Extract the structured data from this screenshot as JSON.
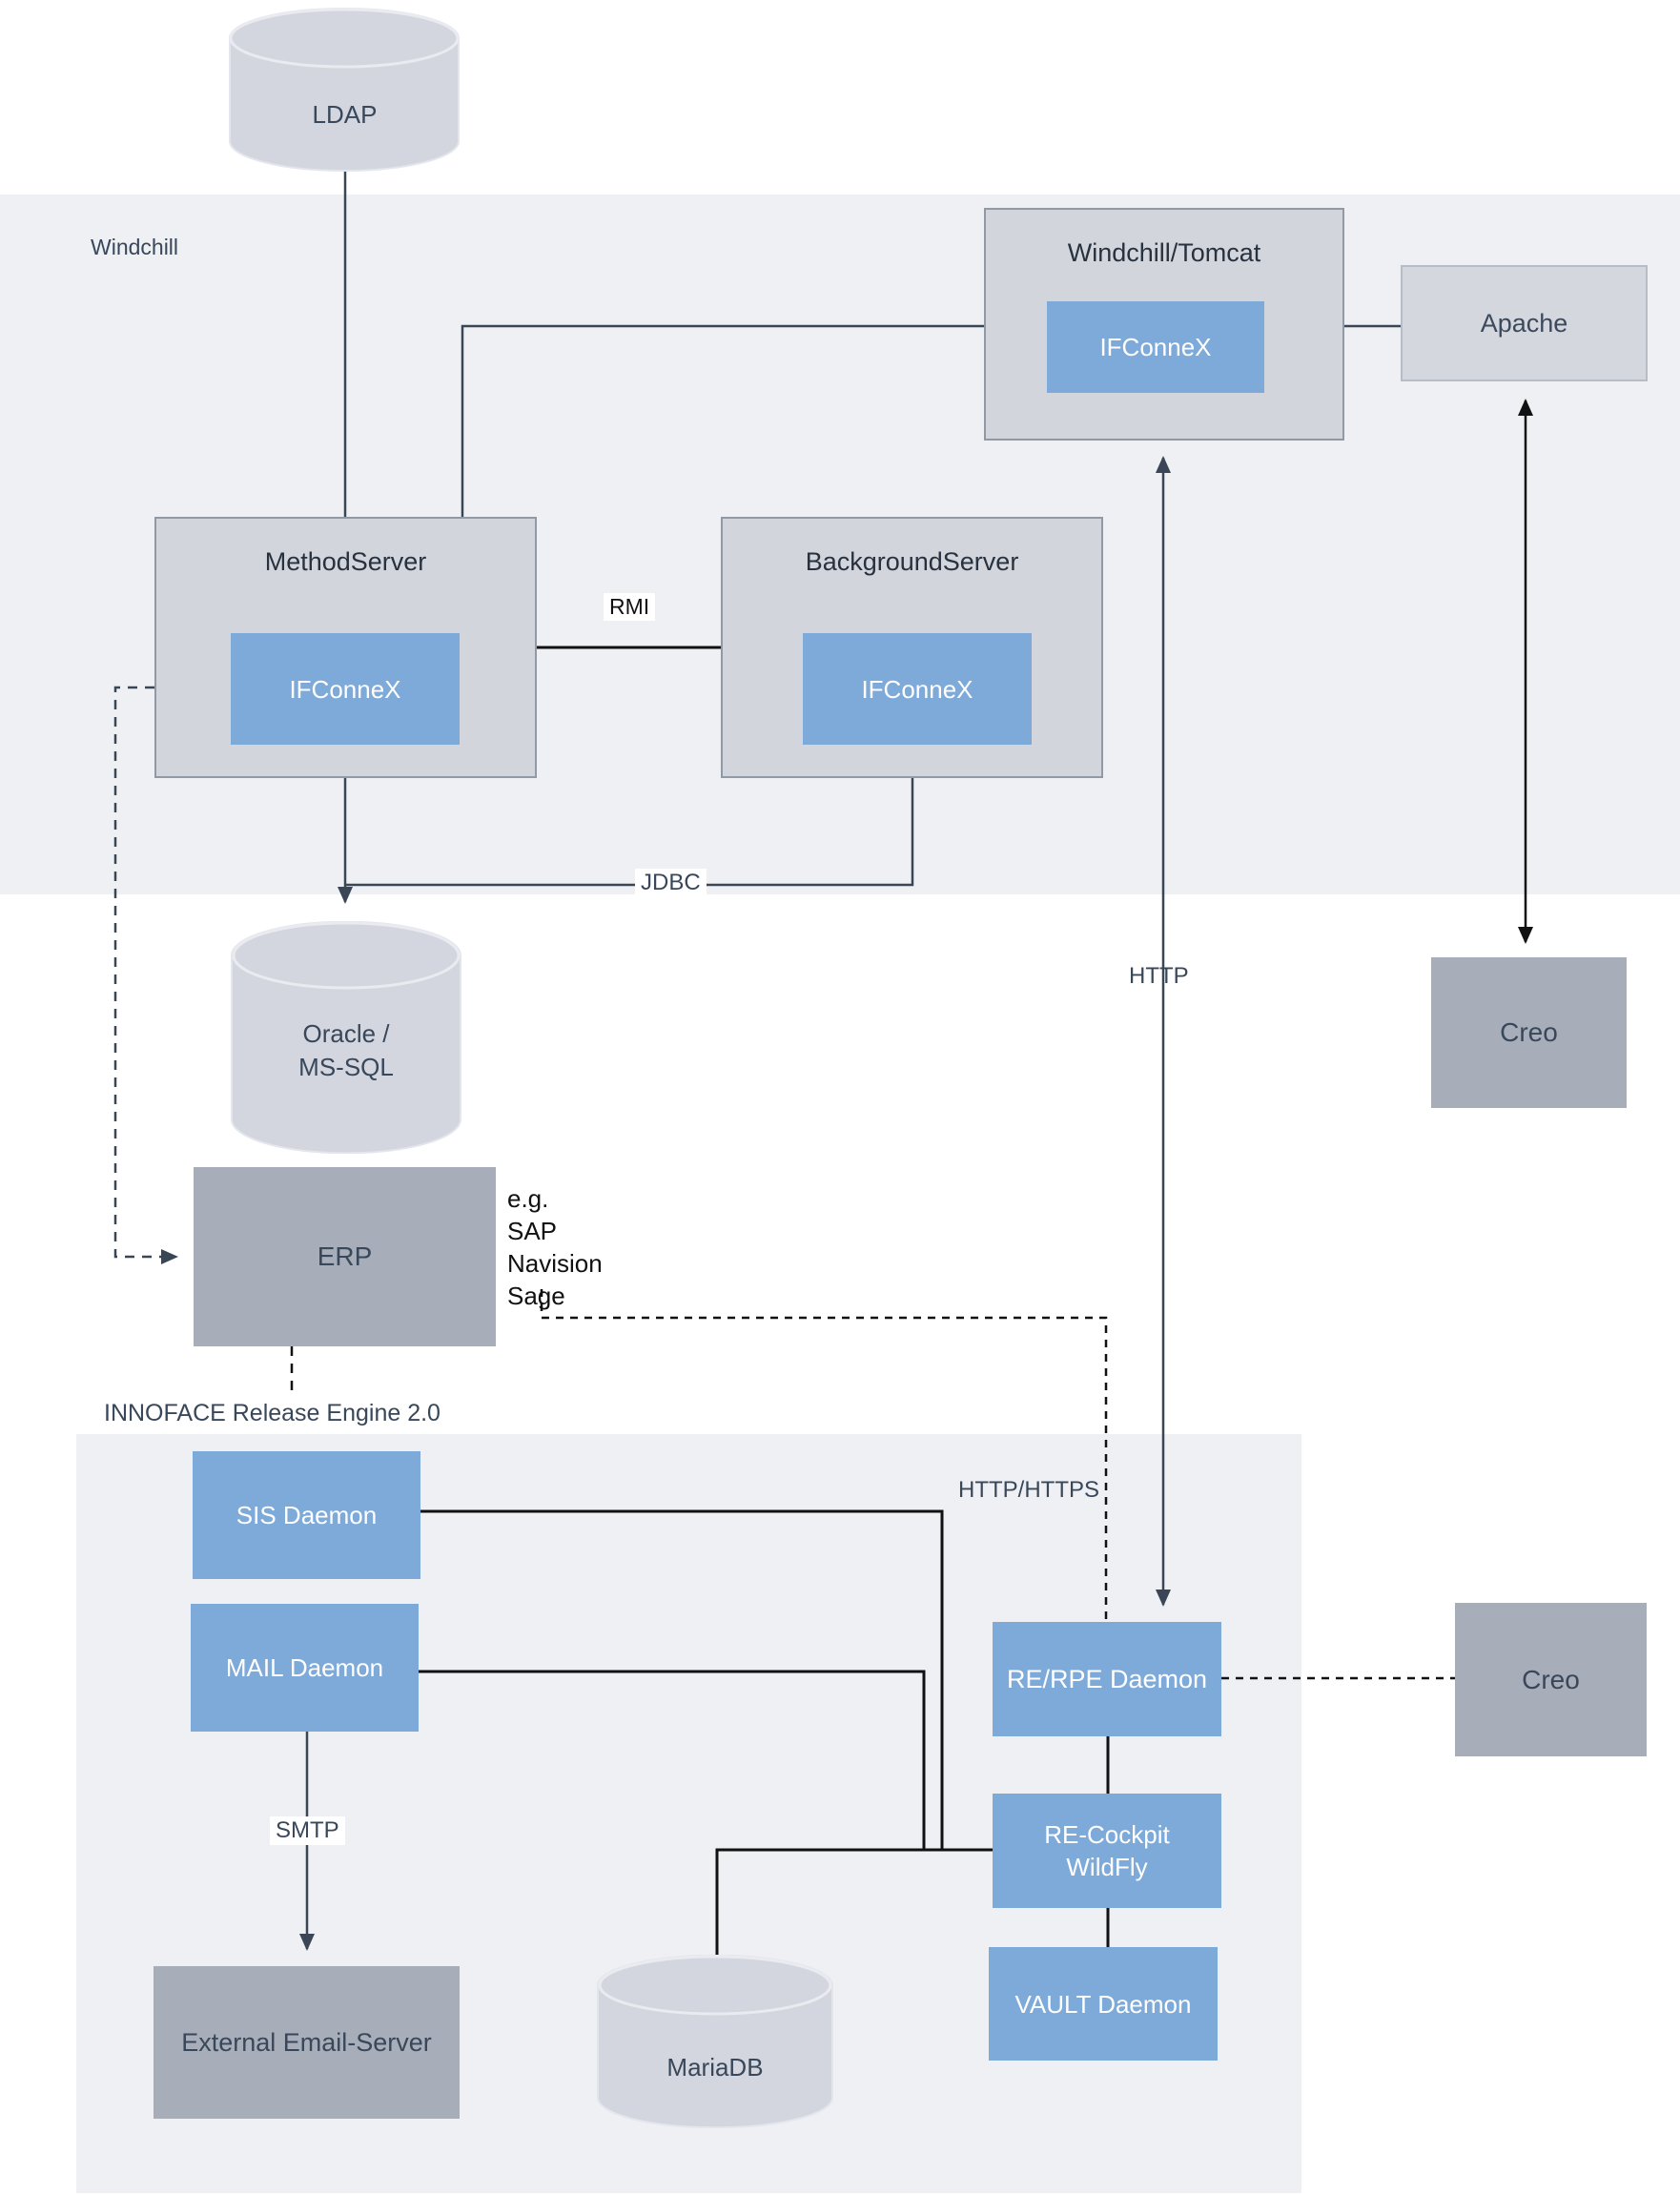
{
  "zones": {
    "windchill": "Windchill",
    "release_engine": "INNOFACE Release Engine 2.0"
  },
  "nodes": {
    "ldap": "LDAP",
    "windchill_tomcat": "Windchill/Tomcat",
    "ifconnex_tomcat": "IFConneX",
    "apache": "Apache",
    "method_server": "MethodServer",
    "ifconnex_method": "IFConneX",
    "background_server": "BackgroundServer",
    "ifconnex_background": "IFConneX",
    "oracle_line1": "Oracle /",
    "oracle_line2": "MS-SQL",
    "creo_top": "Creo",
    "erp": "ERP",
    "sis_daemon": "SIS Daemon",
    "mail_daemon": "MAIL Daemon",
    "re_rpe_daemon": "RE/RPE Daemon",
    "re_cockpit_line1": "RE-Cockpit",
    "re_cockpit_line2": "WildFly",
    "vault_daemon": "VAULT Daemon",
    "creo_bottom": "Creo",
    "external_email": "External Email-Server",
    "mariadb": "MariaDB"
  },
  "erp_note": [
    "e.g.",
    "SAP",
    "Navision",
    "Sage"
  ],
  "edge_labels": {
    "rmi": "RMI",
    "jdbc": "JDBC",
    "http": "HTTP",
    "http_https": "HTTP/HTTPS",
    "smtp": "SMTP"
  },
  "colors": {
    "zone_band": "#eef0f4",
    "component_blue": "#7daad9",
    "container_gray": "#d2d5dc",
    "system_gray": "#a7aeb9",
    "wire_slate": "#3a4656",
    "wire_black": "#111111"
  }
}
